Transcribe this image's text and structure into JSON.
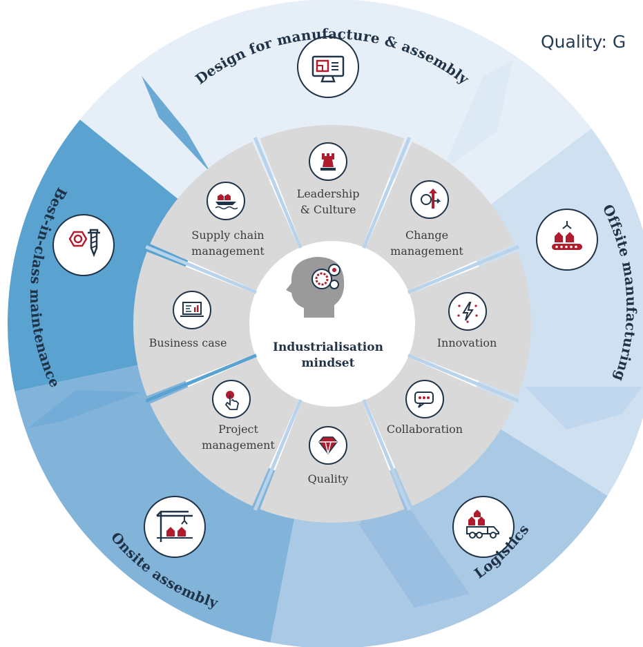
{
  "header": {
    "caption": "Quality: G"
  },
  "center": {
    "line1": "Industrialisation",
    "line2": "mindset",
    "icon": "head-gears-icon"
  },
  "outer_segments": [
    {
      "label": "Design for manufacture & assembly",
      "icon": "monitor-blueprint-icon",
      "color": "#e6eef7"
    },
    {
      "label": "Offsite manufacturing",
      "icon": "conveyor-factory-icon",
      "color": "#cfe0f0"
    },
    {
      "label": "Logistics",
      "icon": "delivery-truck-icon",
      "color": "#a9c9e5"
    },
    {
      "label": "Onsite assembly",
      "icon": "crane-houses-icon",
      "color": "#82b4da"
    },
    {
      "label": "Best-in-class maintenance",
      "icon": "nut-screw-icon",
      "color": "#5aa2d0"
    }
  ],
  "inner_segments": [
    {
      "label_lines": [
        "Leadership",
        "& Culture"
      ],
      "icon": "chess-rook-icon"
    },
    {
      "label_lines": [
        "Change",
        "management"
      ],
      "icon": "change-arrows-icon"
    },
    {
      "label_lines": [
        "Innovation"
      ],
      "icon": "lightning-spark-icon"
    },
    {
      "label_lines": [
        "Collaboration"
      ],
      "icon": "chat-bubbles-icon"
    },
    {
      "label_lines": [
        "Quality"
      ],
      "icon": "diamond-icon"
    },
    {
      "label_lines": [
        "Project",
        "management"
      ],
      "icon": "hand-pointer-icon"
    },
    {
      "label_lines": [
        "Business case"
      ],
      "icon": "laptop-chart-icon"
    },
    {
      "label_lines": [
        "Supply chain",
        "management"
      ],
      "icon": "cargo-ship-icon"
    }
  ],
  "colors": {
    "inner_ring": "#d9d9d9",
    "center": "#ffffff",
    "accent_red": "#b01c2e",
    "navy": "#1f3246",
    "divider": "#b8d3ea"
  }
}
